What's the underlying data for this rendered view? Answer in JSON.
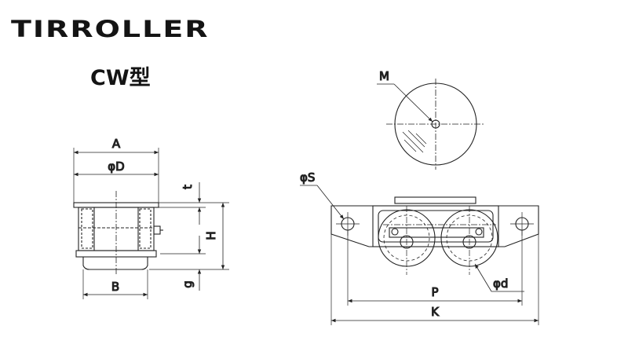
{
  "brand": {
    "logo_text": "TIRROLLER"
  },
  "model": {
    "title": "CW型"
  },
  "dimensions": {
    "A": "A",
    "D": "φD",
    "t": "t",
    "H": "H",
    "g": "g",
    "B": "B",
    "M": "M",
    "S": "φS",
    "P": "P",
    "d": "φd",
    "K": "K"
  },
  "colors": {
    "line": "#222222",
    "ink": "#141414",
    "background": "#ffffff"
  }
}
